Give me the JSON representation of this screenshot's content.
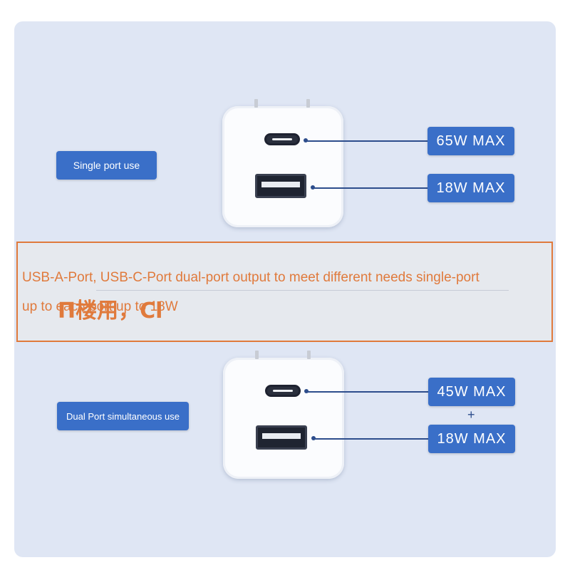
{
  "single": {
    "label": "Single port use",
    "usb_c_power": "65W MAX",
    "usb_a_power": "18W MAX"
  },
  "overlay": {
    "line1": "USB-A-Port, USB-C-Port dual-port output to meet different needs single-port",
    "line2": "up to each port up to 18W",
    "garbled": "П楼用，Cl"
  },
  "dual": {
    "label": "Dual Port simultaneous use",
    "usb_c_power": "45W MAX",
    "plus": "+",
    "usb_a_power": "18W MAX"
  },
  "colors": {
    "panel": "#dfe6f4",
    "accent_blue": "#3a6fc8",
    "overlay_orange": "#e07a3c"
  }
}
